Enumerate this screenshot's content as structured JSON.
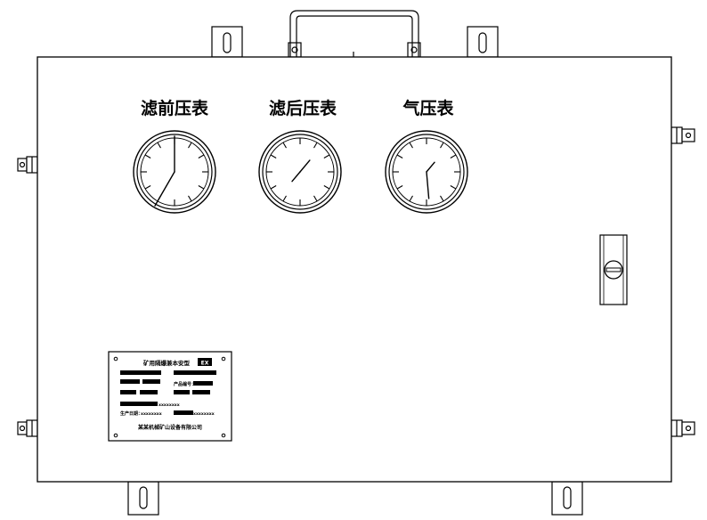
{
  "gauges": [
    {
      "label": "滤前压表"
    },
    {
      "label": "滤后压表"
    },
    {
      "label": "气压表"
    }
  ],
  "nameplate": {
    "title": "矿用隔爆兼本安型",
    "badge": "EX",
    "field_label": "产品编号：",
    "date_label": "生产日期：",
    "placeholder_1": "xxxxxxxx",
    "placeholder_2": "xxxxxxxx",
    "placeholder_3": "xxxxxxxx",
    "manufacturer": "某某机械矿山设备有限公司"
  }
}
